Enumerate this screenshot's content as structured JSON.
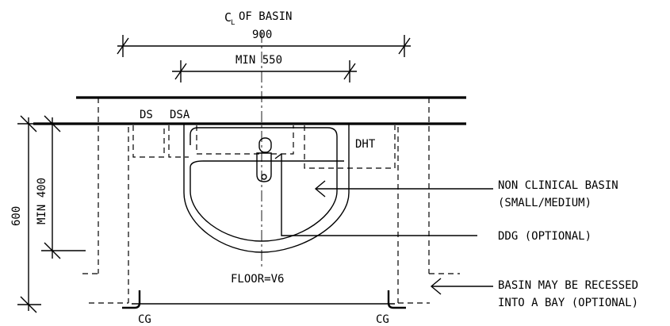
{
  "labels": {
    "centerline": "C",
    "centerline_sub": "L",
    "centerline_text": "OF BASIN",
    "width_total": "900",
    "width_min": "MIN 550",
    "ds": "DS",
    "dsa": "DSA",
    "dht": "DHT",
    "height_total": "600",
    "height_min": "MIN 400",
    "floor": "FLOOR=V6",
    "cg_left": "CG",
    "cg_right": "CG"
  },
  "callouts": {
    "basin_line1": "NON CLINICAL BASIN",
    "basin_line2": "(SMALL/MEDIUM)",
    "ddg": "DDG (OPTIONAL)",
    "recess_line1": "BASIN MAY BE RECESSED",
    "recess_line2": "INTO A BAY (OPTIONAL)"
  }
}
